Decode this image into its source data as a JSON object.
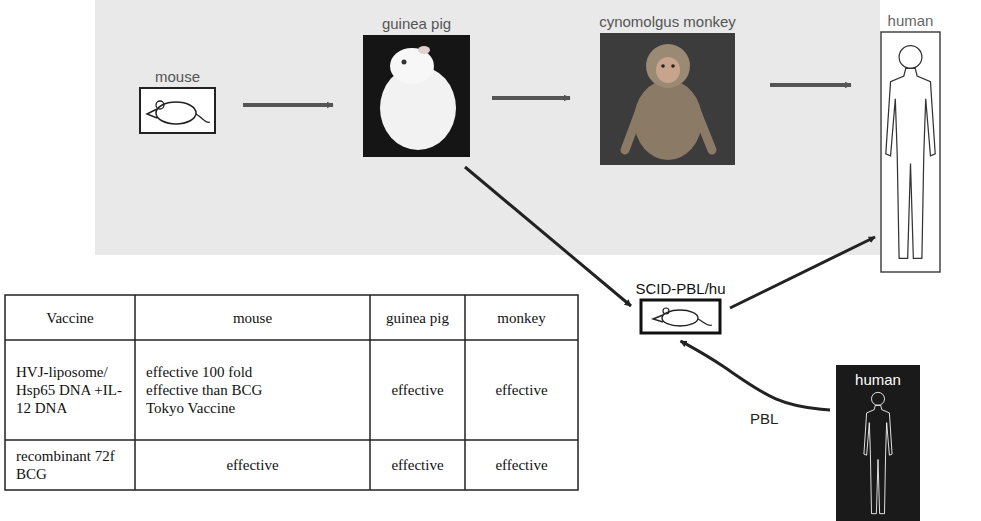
{
  "diagram": {
    "nodes": [
      {
        "text": [
          "mouse"
        ]
      },
      {
        "text": [
          "guinea pig"
        ]
      },
      {
        "text": [
          "cynomolgus monkey"
        ]
      },
      {
        "text": [
          "human"
        ]
      },
      {
        "text": [
          "SCID-PBL/hu"
        ]
      },
      {
        "text": [
          "human"
        ]
      }
    ],
    "edges": [
      {
        "from": 0,
        "to": 1,
        "arrow": "to"
      },
      {
        "from": 1,
        "to": 2,
        "arrow": "to"
      },
      {
        "from": 2,
        "to": 3,
        "arrow": "to"
      },
      {
        "from": 1,
        "to": 4,
        "arrow": "to"
      },
      {
        "from": 4,
        "to": 3,
        "arrow": "to"
      },
      {
        "from": 5,
        "to": 4,
        "label": "PBL",
        "arrow": "to"
      }
    ],
    "labels": [
      "Vaccine",
      "mouse",
      "guinea pig",
      "monkey",
      "HVJ-liposome/ Hsp65 DNA +IL-12 DNA",
      "effective 100 fold effective than BCG Tokyo Vaccine",
      "effective",
      "effective",
      "recombinant 72f BCG",
      "effective",
      "effective",
      "effective"
    ]
  }
}
